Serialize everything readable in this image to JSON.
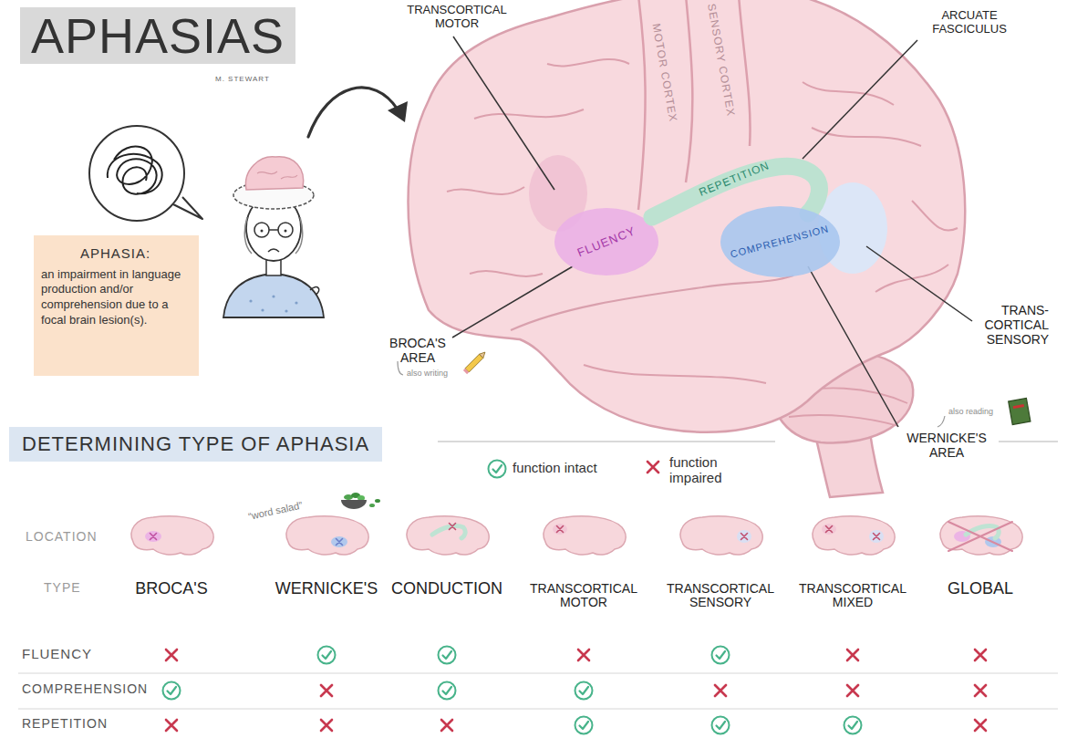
{
  "diagram": {
    "title": "APHASIAS",
    "nodes": [
      {
        "text": [
          "APHASIA:",
          "an impairment in language production and/or comprehension due to a focal brain lesion(s)."
        ]
      },
      {
        "text": [
          "FLUENCY"
        ]
      },
      {
        "text": [
          "REPETITION"
        ]
      },
      {
        "text": [
          "COMPREHENSION"
        ]
      },
      {
        "text": [
          "DETERMINING TYPE OF APHASIA"
        ]
      }
    ],
    "labels": [
      "M. STEWART",
      "TRANSCORTICAL MOTOR",
      "MOTOR CORTEX",
      "SENSORY CORTEX",
      "ARCUATE FASCICULUS",
      "BROCA'S AREA",
      "also writing",
      "TRANS- CORTICAL SENSORY",
      "WERNICKE'S AREA",
      "also reading",
      "“word salad”",
      "LOCATION",
      "TYPE",
      "BROCA'S",
      "WERNICKE'S",
      "CONDUCTION",
      "TRANSCORTICAL MOTOR",
      "TRANSCORTICAL SENSORY",
      "TRANSCORTICAL MIXED",
      "GLOBAL",
      "FLUENCY",
      "COMPREHENSION",
      "REPETITION"
    ],
    "legend": [
      {
        "text": "function intact"
      },
      {
        "text": "function impaired"
      }
    ]
  }
}
